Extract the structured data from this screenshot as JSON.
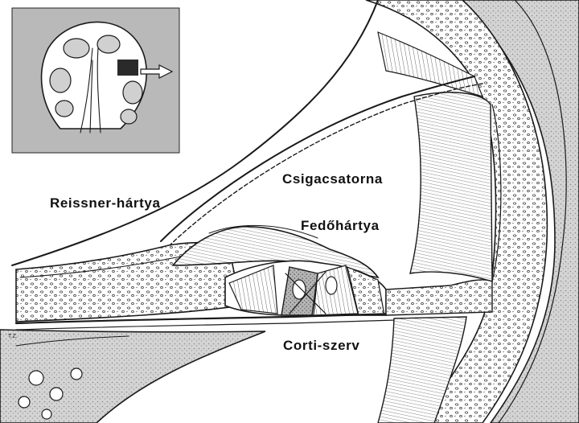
{
  "labels": {
    "reissner": "Reissner-hártya",
    "csigacsatorna": "Csigacsatorna",
    "fedohartya": "Fedőhártya",
    "corti": "Corti-szerv",
    "corner_mark": "T.Z."
  },
  "colors": {
    "ink": "#1a1a1a",
    "stipple_gray": "#cfcfcf",
    "inset_bg": "#b9b9b9",
    "paper": "#ffffff"
  },
  "icons": {
    "inset_arrow": "arrow-right-icon",
    "inset_box": "zoom-region-box"
  }
}
